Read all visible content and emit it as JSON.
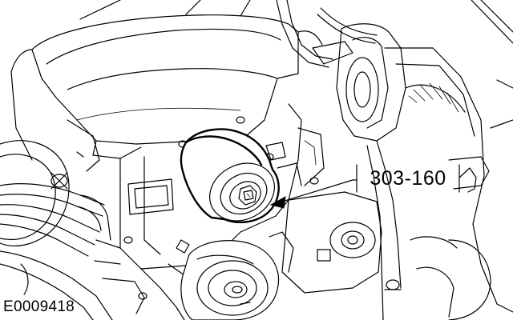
{
  "figure": {
    "tool_number": "303-160",
    "image_id": "E0009418"
  },
  "icons": [
    "engine-outline-drawing",
    "callout-arrow-icon"
  ]
}
